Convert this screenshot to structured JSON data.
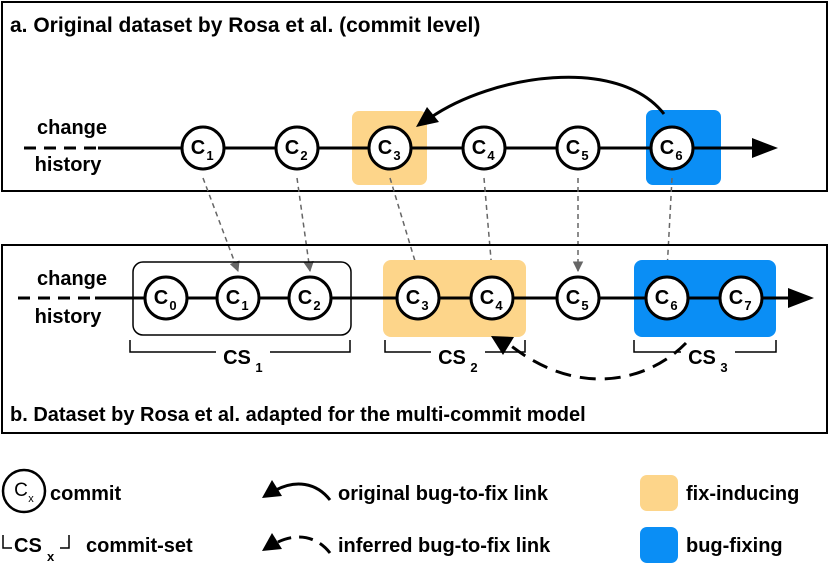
{
  "panel_a": {
    "title": "a. Original dataset by Rosa et al. (commit level)",
    "history_label_top": "change",
    "history_label_bottom": "history",
    "commits": [
      {
        "letter": "C",
        "sub": "1",
        "highlight": "none"
      },
      {
        "letter": "C",
        "sub": "2",
        "highlight": "none"
      },
      {
        "letter": "C",
        "sub": "3",
        "highlight": "fix-inducing"
      },
      {
        "letter": "C",
        "sub": "4",
        "highlight": "none"
      },
      {
        "letter": "C",
        "sub": "5",
        "highlight": "none"
      },
      {
        "letter": "C",
        "sub": "6",
        "highlight": "bug-fixing"
      }
    ],
    "link": {
      "from": "C6",
      "to": "C3",
      "kind": "original bug-to-fix link"
    }
  },
  "panel_b": {
    "title": "b. Dataset by Rosa et al. adapted for the multi-commit model",
    "history_label_top": "change",
    "history_label_bottom": "history",
    "commits": [
      {
        "letter": "C",
        "sub": "0"
      },
      {
        "letter": "C",
        "sub": "1"
      },
      {
        "letter": "C",
        "sub": "2"
      },
      {
        "letter": "C",
        "sub": "3"
      },
      {
        "letter": "C",
        "sub": "4"
      },
      {
        "letter": "C",
        "sub": "5"
      },
      {
        "letter": "C",
        "sub": "6"
      },
      {
        "letter": "C",
        "sub": "7"
      }
    ],
    "commit_sets": [
      {
        "name": "CS",
        "sub": "1",
        "members": [
          "C0",
          "C1",
          "C2"
        ],
        "highlight": "none"
      },
      {
        "name": "CS",
        "sub": "2",
        "members": [
          "C3",
          "C4"
        ],
        "highlight": "fix-inducing"
      },
      {
        "name": "CS",
        "sub": "3",
        "members": [
          "C6",
          "C7"
        ],
        "highlight": "bug-fixing"
      }
    ],
    "link": {
      "from": "CS3",
      "to": "CS2",
      "kind": "inferred bug-to-fix link"
    }
  },
  "mapping": [
    {
      "from": "C1",
      "to": "C1"
    },
    {
      "from": "C2",
      "to": "C2"
    },
    {
      "from": "C3",
      "to": "C3"
    },
    {
      "from": "C4",
      "to": "C4"
    },
    {
      "from": "C5",
      "to": "C5"
    },
    {
      "from": "C6",
      "to": "C6"
    }
  ],
  "legend": {
    "commit_symbol": {
      "letter": "C",
      "sub": "x"
    },
    "commit_label": "commit",
    "commitset_symbol": {
      "name": "CS",
      "sub": "x"
    },
    "commitset_label": "commit-set",
    "original_link_label": "original bug-to-fix link",
    "inferred_link_label": "inferred bug-to-fix link",
    "fix_inducing_label": "fix-inducing",
    "bug_fixing_label": "bug-fixing"
  },
  "colors": {
    "fix_inducing": "#fdd58a",
    "bug_fixing": "#0a8ef5",
    "line": "#000000",
    "mapping_arrow": "#666666",
    "background": "#ffffff"
  }
}
